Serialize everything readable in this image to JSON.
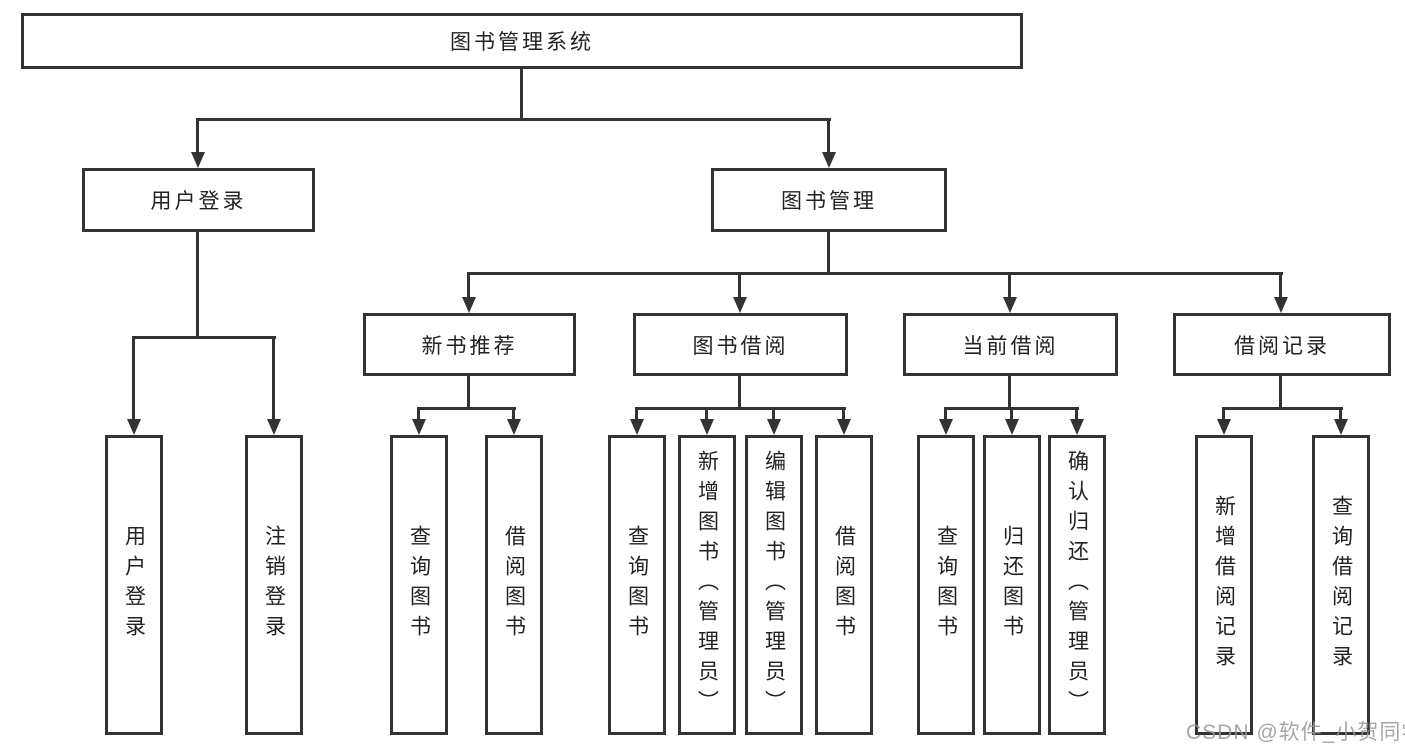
{
  "colors": {
    "line": "#333333",
    "text": "#222222",
    "background": "#ffffff",
    "watermark_grey": "#969696"
  },
  "tree": {
    "root": "图书管理系统",
    "branches": [
      {
        "label": "用户登录",
        "children": [
          "用户登录",
          "注销登录"
        ]
      },
      {
        "label": "图书管理",
        "sections": [
          {
            "label": "新书推荐",
            "children": [
              "查询图书",
              "借阅图书"
            ]
          },
          {
            "label": "图书借阅",
            "children": [
              "查询图书",
              "新增图书（管理员）",
              "编辑图书（管理员）",
              "借阅图书"
            ]
          },
          {
            "label": "当前借阅",
            "children": [
              "查询图书",
              "归还图书",
              "确认归还（管理员）"
            ]
          },
          {
            "label": "借阅记录",
            "children": [
              "新增借阅记录",
              "查询借阅记录"
            ]
          }
        ]
      }
    ]
  },
  "watermark": {
    "text": "CSDN @软件_小贺同学"
  }
}
